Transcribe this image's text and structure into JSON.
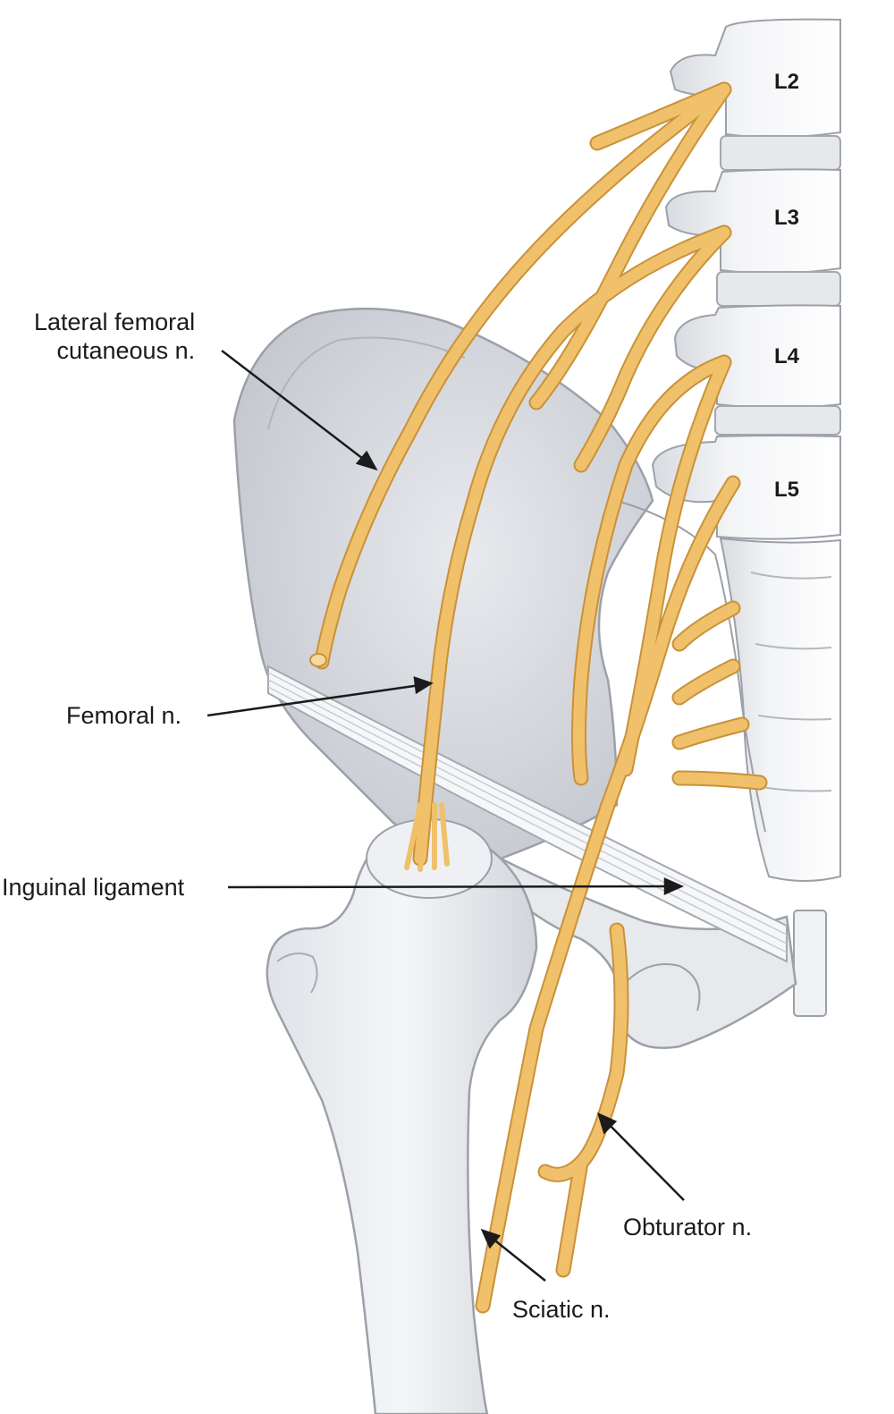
{
  "vertebra_levels": [
    "L2",
    "L3",
    "L4",
    "L5"
  ],
  "labels": {
    "lateral_femoral_line1": "Lateral femoral",
    "lateral_femoral_line2": "cutaneous n.",
    "femoral": "Femoral n.",
    "inguinal": "Inguinal ligament",
    "obturator": "Obturator n.",
    "sciatic": "Sciatic n."
  },
  "colors": {
    "bone": "#eceef1",
    "bone_shade": "#cfd2d8",
    "bone_outline": "#9ca0a8",
    "nerve": "#f0c06a",
    "nerve_outline": "#c8923a",
    "ligament": "#f4f5f7",
    "text": "#1b1b1b"
  }
}
